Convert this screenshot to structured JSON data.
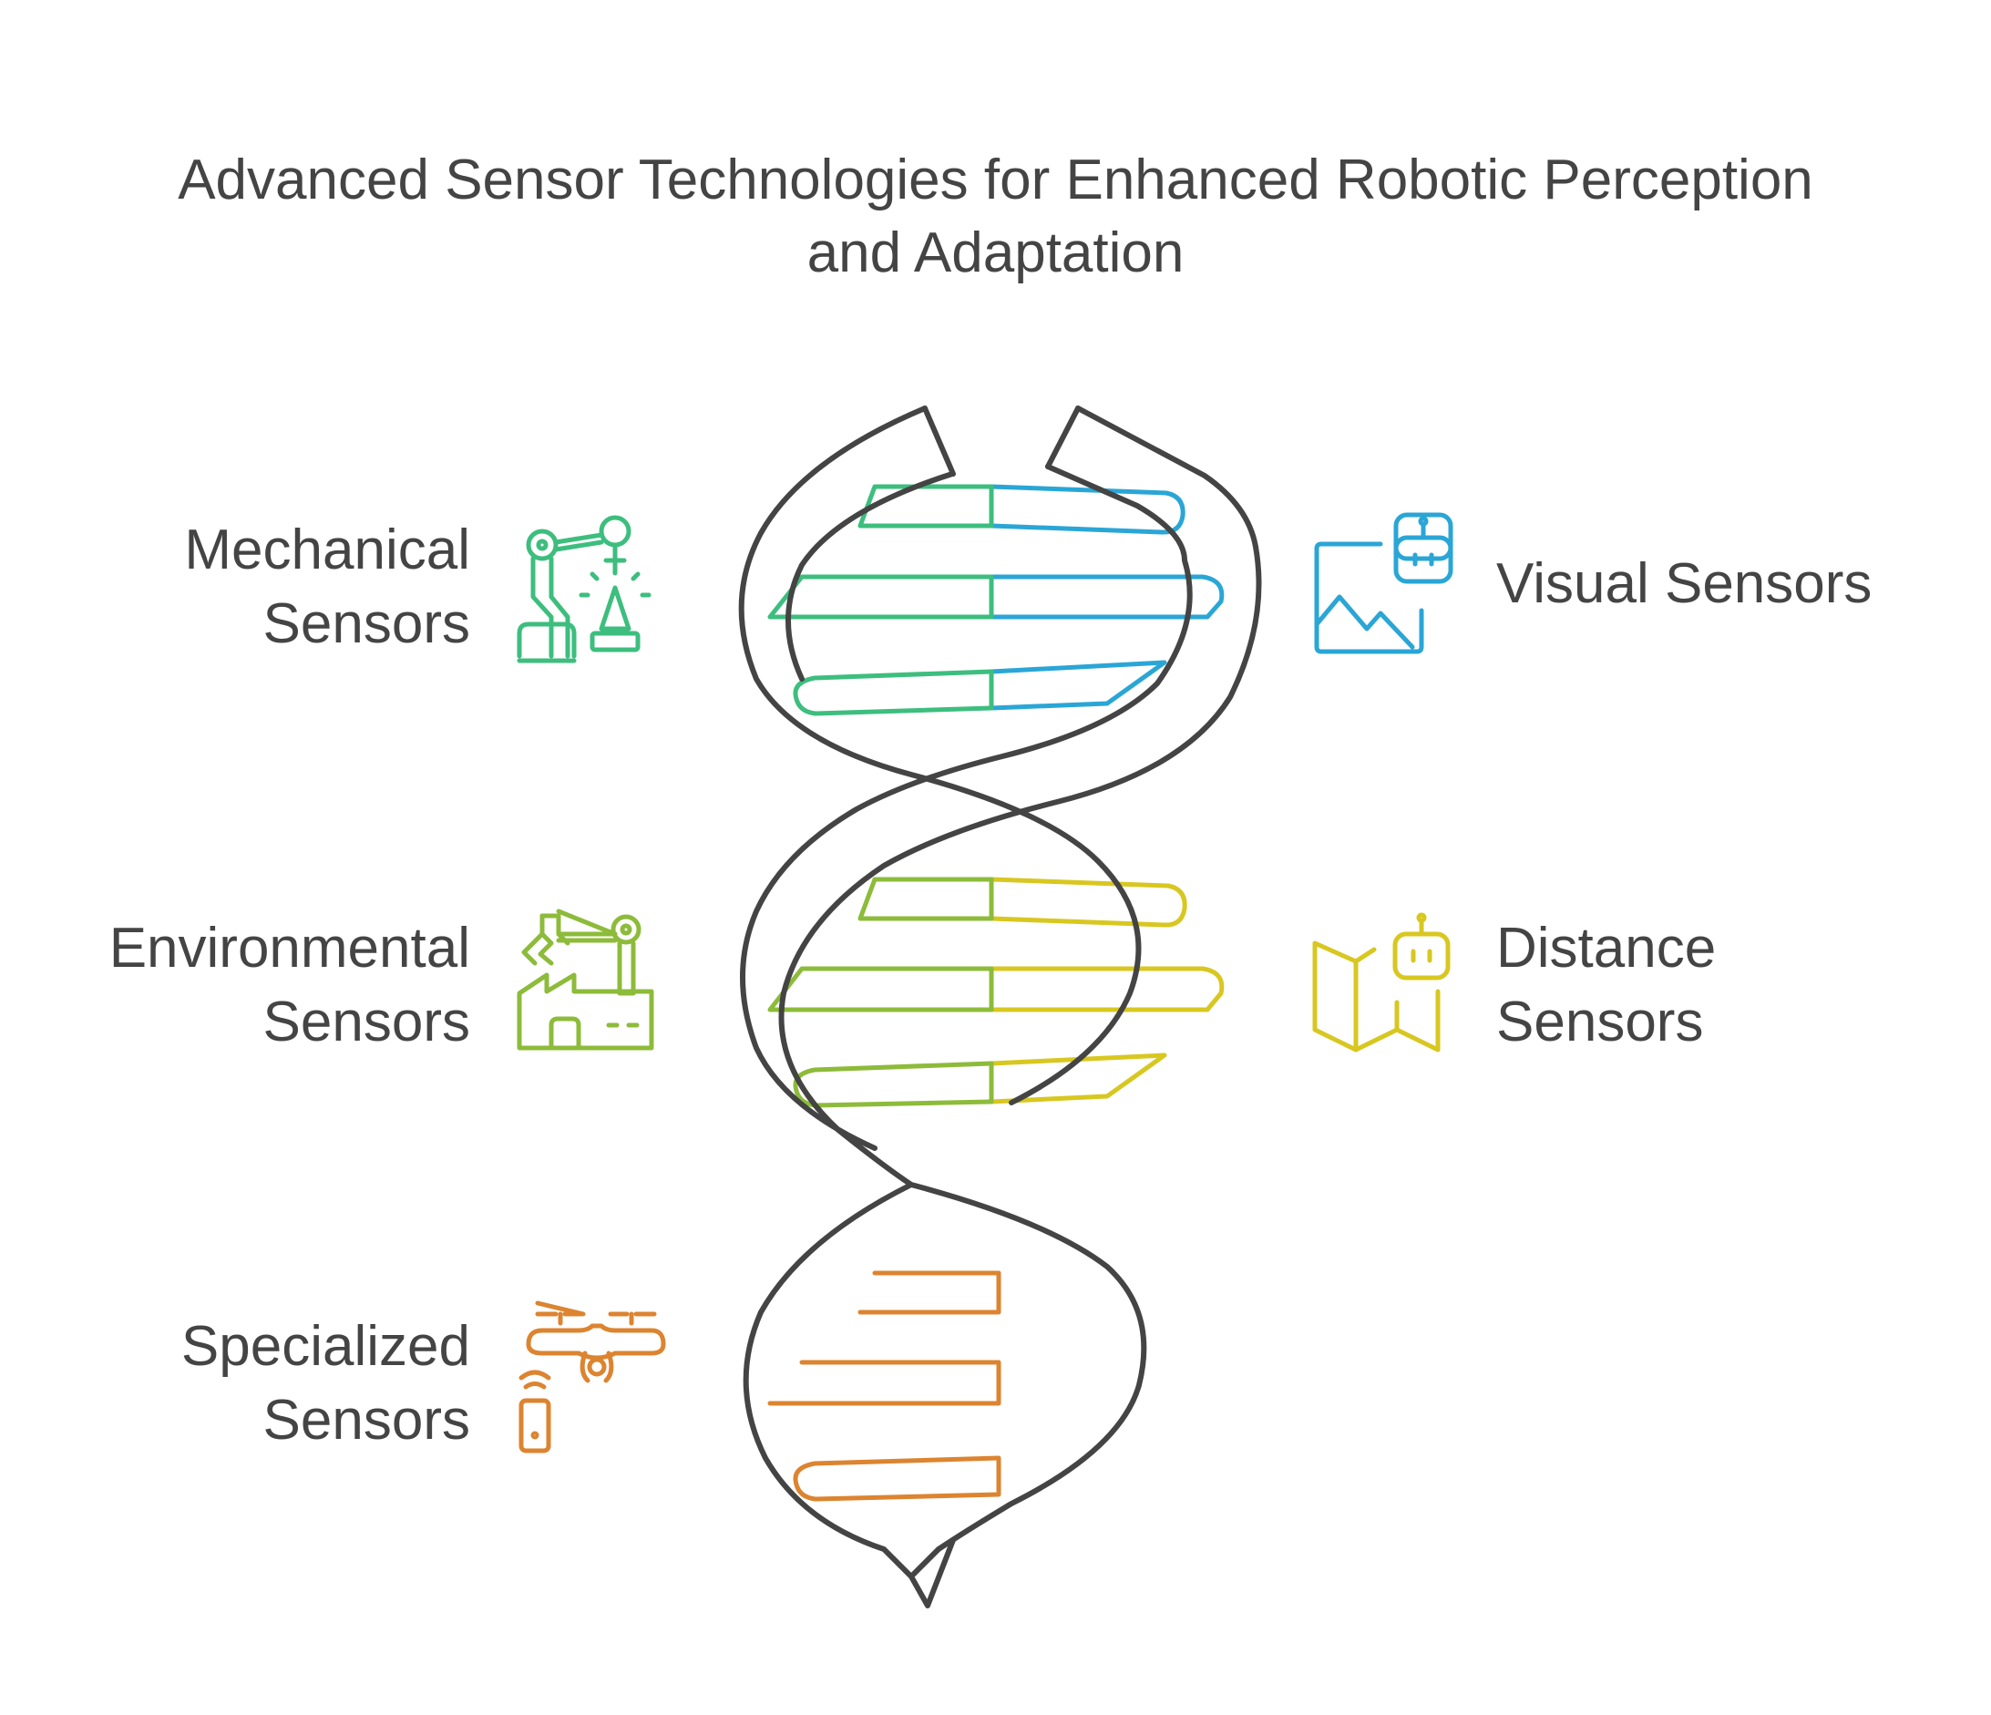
{
  "title": {
    "line1": "Advanced Sensor Technologies for Enhanced Robotic Perception",
    "line2": "and Adaptation"
  },
  "items": [
    {
      "line1": "Mechanical",
      "line2": "Sensors",
      "color": "#3DBE7E",
      "icon": "robotic-arm-icon"
    },
    {
      "line1": "Visual Sensors",
      "line2": "",
      "color": "#2AA6D6",
      "icon": "image-robot-icon"
    },
    {
      "line1": "Environmental",
      "line2": "Sensors",
      "color": "#8DBB3A",
      "icon": "factory-arm-icon"
    },
    {
      "line1": "Distance",
      "line2": "Sensors",
      "color": "#D8C720",
      "icon": "map-robot-icon"
    },
    {
      "line1": "Specialized",
      "line2": "Sensors",
      "color": "#DC8430",
      "icon": "drone-remote-icon"
    }
  ],
  "outline_color": "#444444"
}
